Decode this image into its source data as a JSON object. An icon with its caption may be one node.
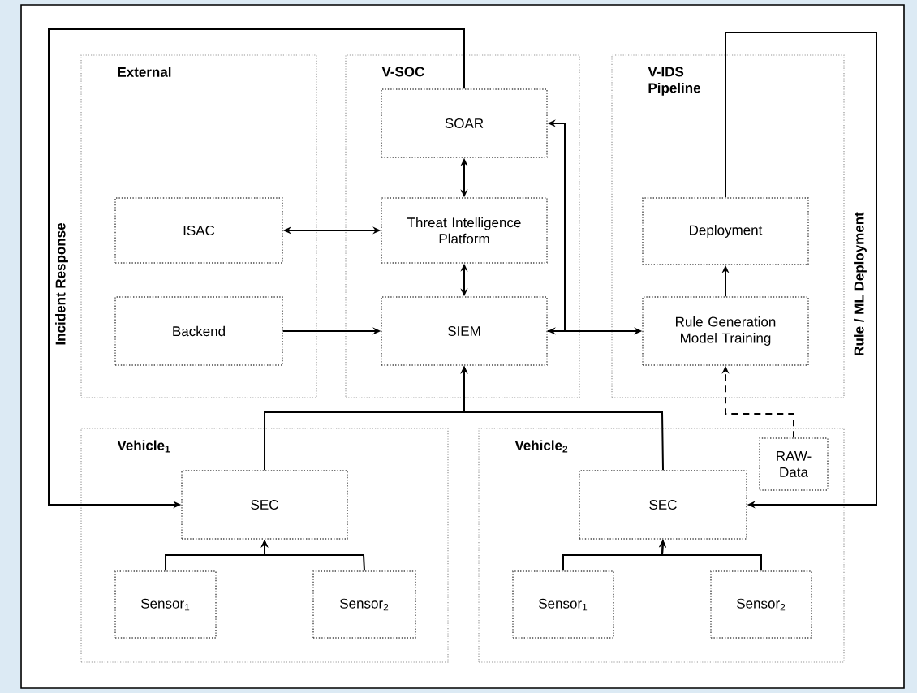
{
  "diagram": {
    "nodes": [
      {
        "text": [
          "External"
        ]
      },
      {
        "text": [
          "V-SOC"
        ]
      },
      {
        "text": [
          "V-IDS Pipeline"
        ]
      },
      {
        "text": [
          "SOAR"
        ],
        "in": 1
      },
      {
        "text": [
          "Threat Intelligence Platform"
        ],
        "in": 1
      },
      {
        "text": [
          "SIEM"
        ],
        "in": 1
      },
      {
        "text": [
          "ISAC"
        ],
        "in": 0
      },
      {
        "text": [
          "Backend"
        ],
        "in": 0
      },
      {
        "text": [
          "Deployment"
        ],
        "in": 2
      },
      {
        "text": [
          "Rule Generation",
          "Model Training"
        ],
        "in": 2
      },
      {
        "text": [
          "Vehicle$_{1}$"
        ]
      },
      {
        "text": [
          "SEC"
        ],
        "in": 10
      },
      {
        "text": [
          "Sensor$_{1}$"
        ],
        "in": 10
      },
      {
        "text": [
          "Sensor$_{2}$"
        ],
        "in": 10
      },
      {
        "text": [
          "Vehicle$_{2}$"
        ]
      },
      {
        "text": [
          "RAW-Data"
        ],
        "in": 14
      },
      {
        "text": [
          "SEC"
        ],
        "in": 14
      },
      {
        "text": [
          "Sensor$_{1}$"
        ],
        "in": 14
      },
      {
        "text": [
          "Sensor$_{2}$"
        ],
        "in": 14
      }
    ],
    "edges": [
      {
        "from": 3,
        "to": 4,
        "arrow": "both"
      },
      {
        "from": 4,
        "to": 5,
        "arrow": "both"
      },
      {
        "from": 6,
        "to": 4,
        "arrow": "both"
      },
      {
        "from": 7,
        "to": 5,
        "arrow": "to"
      },
      {
        "from": 5,
        "to": 3,
        "arrow": "both"
      },
      {
        "from": 5,
        "to": 9,
        "arrow": "to"
      },
      {
        "from": 9,
        "to": 8,
        "arrow": "to"
      },
      {
        "from": 8,
        "to": 16,
        "arrow": "to",
        "label": "Rule / ML Deployment"
      },
      {
        "from": 3,
        "to": 11,
        "arrow": "to",
        "label": "Incident Response"
      },
      {
        "from": 11,
        "to": 5,
        "arrow": "to"
      },
      {
        "from": 16,
        "to": 5,
        "arrow": "to"
      },
      {
        "from": 12,
        "to": 11,
        "arrow": "to"
      },
      {
        "from": 13,
        "to": 11,
        "arrow": "to"
      },
      {
        "from": 17,
        "to": 16,
        "arrow": "to"
      },
      {
        "from": 18,
        "to": 16,
        "arrow": "to"
      },
      {
        "from": 15,
        "to": 9,
        "arrow": "to",
        "style": "dashed"
      }
    ]
  }
}
